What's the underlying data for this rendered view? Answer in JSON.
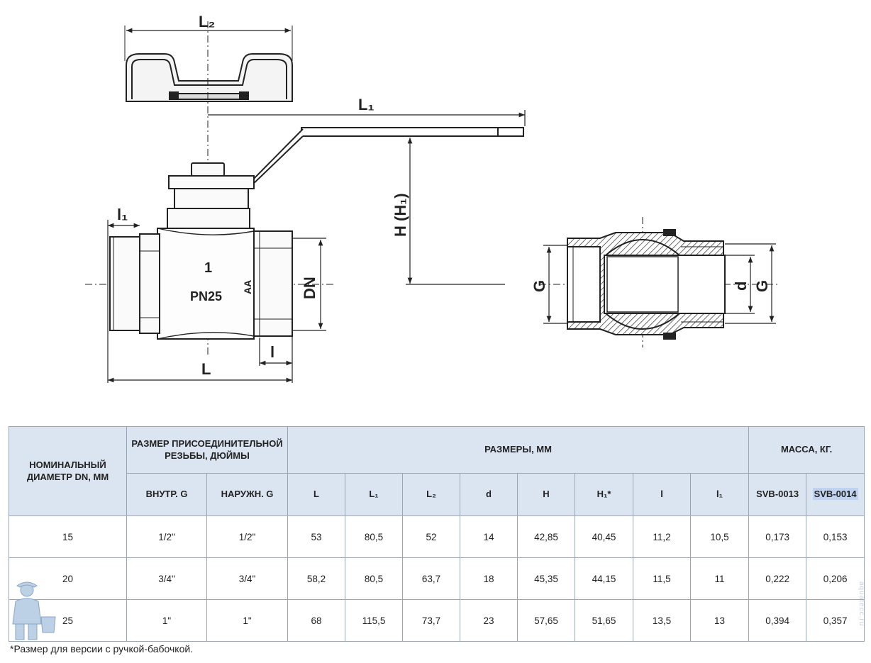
{
  "drawing": {
    "labels": {
      "L2": "L₂",
      "L1": "L₁",
      "H": "H (H₁)",
      "l1": "l₁",
      "DN": "DN",
      "l": "l",
      "L": "L",
      "G_left": "G",
      "d": "d",
      "G_right": "G",
      "PN": "PN25",
      "body_mark": "AA",
      "body_num": "1"
    }
  },
  "table": {
    "headers": {
      "dn": "НОМИНАЛЬНЫЙ ДИАМЕТР DN, ММ",
      "thread_group": "РАЗМЕР ПРИСОЕДИНИТЕЛЬНОЙ РЕЗЬБЫ, ДЮЙМЫ",
      "inner": "ВНУТР. G",
      "outer": "НАРУЖН. G",
      "dims_group": "РАЗМЕРЫ, ММ",
      "mass_group": "МАССА, КГ.",
      "L": "L",
      "L1": "L₁",
      "L2": "L₂",
      "d": "d",
      "H": "H",
      "H1": "H₁*",
      "l": "l",
      "l1": "l₁",
      "svb13": "SVB-0013",
      "svb14": "SVB-0014"
    },
    "rows": [
      [
        "15",
        "1/2\"",
        "1/2\"",
        "53",
        "80,5",
        "52",
        "14",
        "42,85",
        "40,45",
        "11,2",
        "10,5",
        "0,173",
        "0,153"
      ],
      [
        "20",
        "3/4\"",
        "3/4\"",
        "58,2",
        "80,5",
        "63,7",
        "18",
        "45,35",
        "44,15",
        "11,5",
        "11",
        "0,222",
        "0,206"
      ],
      [
        "25",
        "1\"",
        "1\"",
        "68",
        "115,5",
        "73,7",
        "23",
        "57,65",
        "51,65",
        "13,5",
        "13",
        "0,394",
        "0,357"
      ]
    ]
  },
  "footnote": "*Размер для версии с ручкой-бабочкой.",
  "colors": {
    "header_bg": "#dbe5f1",
    "border": "#9aa6b4",
    "highlight": "#bfd3f0"
  }
}
